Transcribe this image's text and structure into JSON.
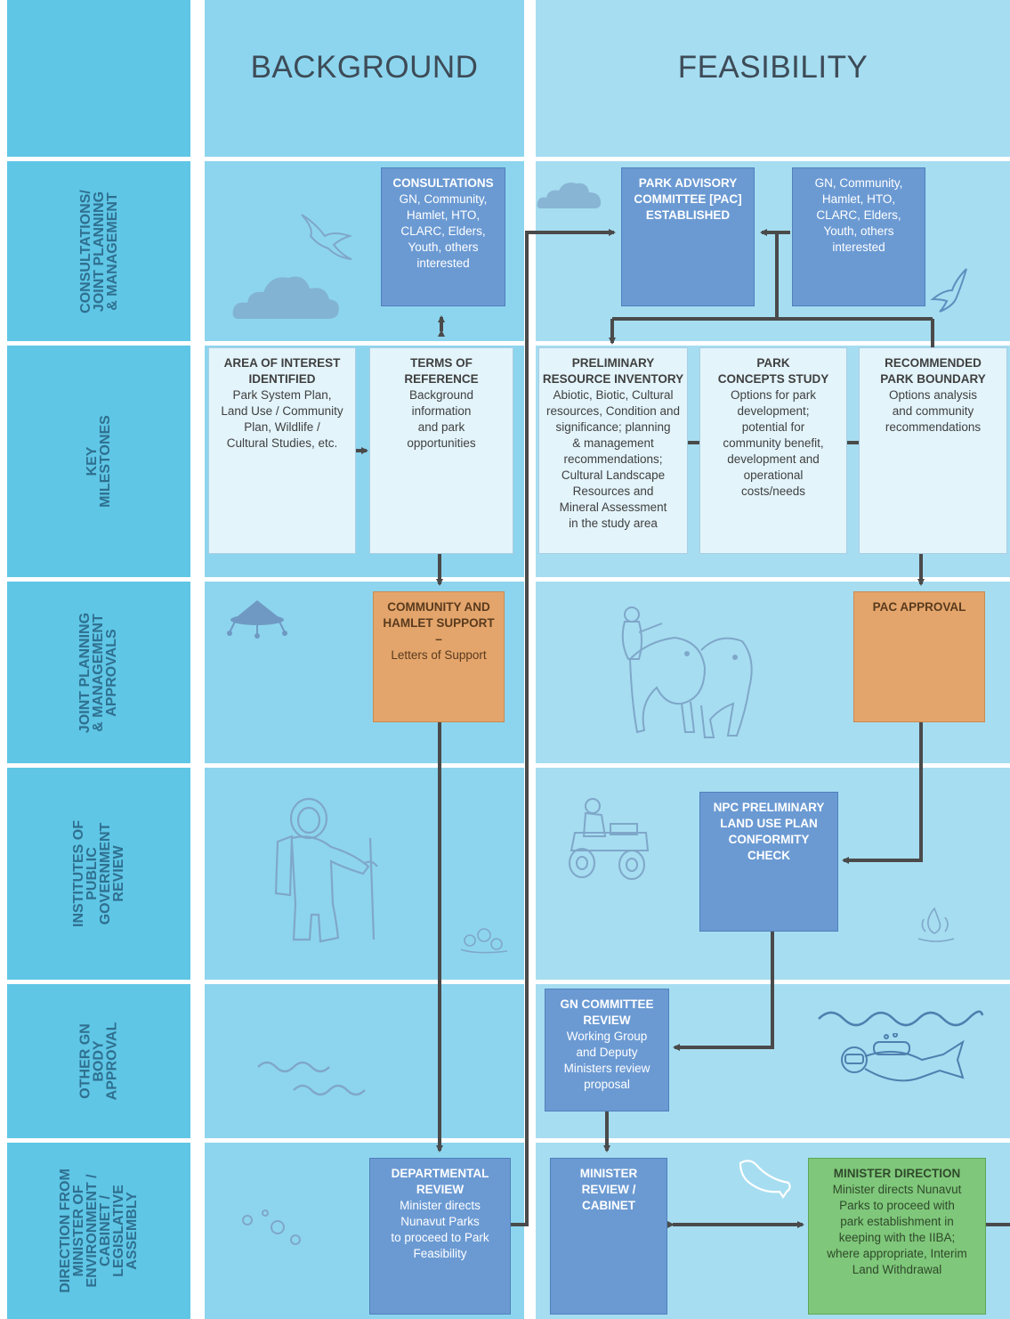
{
  "columns": {
    "background": "BACKGROUND",
    "feasibility": "FEASIBILITY"
  },
  "rows": [
    {
      "label": "CONSULTATIONS/\nJOINT PLANNING\n& MANAGEMENT"
    },
    {
      "label": "KEY\nMILESTONES"
    },
    {
      "label": "JOINT PLANNING\n& MANAGEMENT\nAPPROVALS"
    },
    {
      "label": "INSTITUTES OF\nPUBLIC\nGOVERNMENT\nREVIEW"
    },
    {
      "label": "OTHER GN\nBODY\nAPPROVAL"
    },
    {
      "label": "DIRECTION FROM\nMINISTER OF\nENVIRONMENT /\nCABINET /\nLEGISLATIVE\nASSEMBLY"
    }
  ],
  "boxes": {
    "consultations": {
      "title": "CONSULTATIONS",
      "body": "GN, Community,\nHamlet, HTO,\nCLARC, Elders,\nYouth, others\ninterested"
    },
    "pac_established": {
      "title": "PARK ADVISORY\nCOMMITTEE [PAC]\nESTABLISHED",
      "body": ""
    },
    "gn_community": {
      "title": "",
      "body": "GN, Community,\nHamlet, HTO,\nCLARC, Elders,\nYouth, others\ninterested"
    },
    "area_of_interest": {
      "title": "AREA OF INTEREST\nIDENTIFIED",
      "body": "Park System Plan,\nLand Use / Community\nPlan, Wildlife /\nCultural Studies, etc."
    },
    "terms_of_reference": {
      "title": "TERMS OF\nREFERENCE",
      "body": "Background\ninformation\nand park\nopportunities"
    },
    "preliminary_inventory": {
      "title": "PRELIMINARY\nRESOURCE INVENTORY",
      "body": "Abiotic, Biotic, Cultural\nresources, Condition and\nsignificance; planning\n& management\nrecommendations;\nCultural Landscape\nResources and\nMineral Assessment\nin the study area"
    },
    "park_concepts": {
      "title": "PARK\nCONCEPTS STUDY",
      "body": "Options for park\ndevelopment;\npotential for\ncommunity benefit,\ndevelopment and\noperational\ncosts/needs"
    },
    "recommended_boundary": {
      "title": "RECOMMENDED\nPARK BOUNDARY",
      "body": "Options analysis\nand community\nrecommendations"
    },
    "community_support": {
      "title": "COMMUNITY AND\nHAMLET SUPPORT –",
      "body": "Letters of Support"
    },
    "pac_approval": {
      "title": "PAC APPROVAL",
      "body": ""
    },
    "npc_check": {
      "title": "NPC PRELIMINARY\nLAND USE PLAN\nCONFORMITY CHECK",
      "body": ""
    },
    "gn_committee": {
      "title": "GN COMMITTEE\nREVIEW",
      "body": "Working Group\nand Deputy\nMinisters review\nproposal"
    },
    "departmental_review": {
      "title": "DEPARTMENTAL\nREVIEW",
      "body": "Minister directs\nNunavut Parks\nto proceed to Park\nFeasibility"
    },
    "minister_review": {
      "title": "MINISTER\nREVIEW /\nCABINET",
      "body": ""
    },
    "minister_direction": {
      "title": "MINISTER DIRECTION",
      "body": "Minister directs Nunavut\nParks to proceed with\npark establishment in\nkeeping with the IIBA;\nwhere appropriate, Interim\nLand Withdrawal"
    }
  },
  "colors": {
    "row_label_bg": "#5fc6e6",
    "background_col": "#8dd5ee",
    "feasibility_col": "#a6ddf1",
    "box_blue": "#6b9ad3",
    "box_light": "#e3f4fb",
    "box_orange": "#e3a56b",
    "box_green": "#7fc77a",
    "connector": "#4a4a4a"
  },
  "illustrations": [
    "cloud-icon",
    "bird-icon",
    "tent-icon",
    "dog-sled-icon",
    "family-icon",
    "hiker-icon",
    "atv-icon",
    "flower-icon",
    "campfire-icon",
    "wave-icon",
    "diver-icon",
    "whale-icon",
    "bubbles-icon"
  ]
}
